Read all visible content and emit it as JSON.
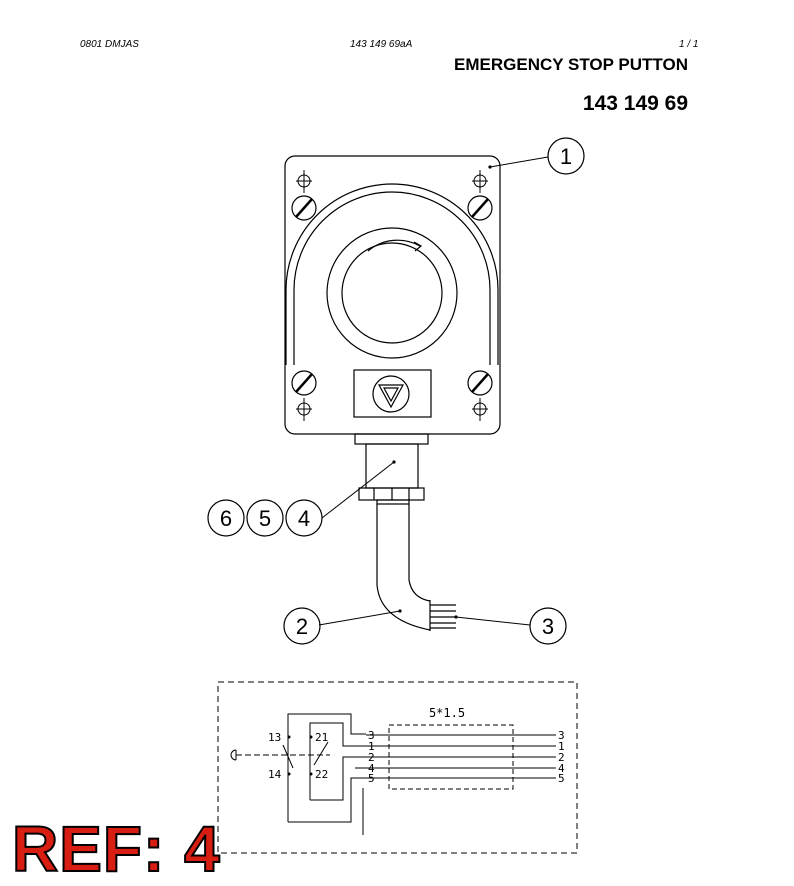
{
  "header": {
    "left": "0801 DMJAS",
    "middle": "143 149 69aA",
    "right": "1 /  1"
  },
  "title": "EMERGENCY STOP PUTTON",
  "part_number": "143 149 69",
  "callouts": [
    "1",
    "2",
    "3",
    "4",
    "5",
    "6"
  ],
  "schematic": {
    "cable_label": "5*1.5",
    "contacts": [
      "13",
      "14",
      "21",
      "22"
    ],
    "left_terminals": [
      "3",
      "1",
      "2",
      "4",
      "5"
    ],
    "right_terminals": [
      "3",
      "1",
      "2",
      "4",
      "5"
    ]
  },
  "reference": "REF: 4",
  "colors": {
    "reference": "#d81e12"
  }
}
